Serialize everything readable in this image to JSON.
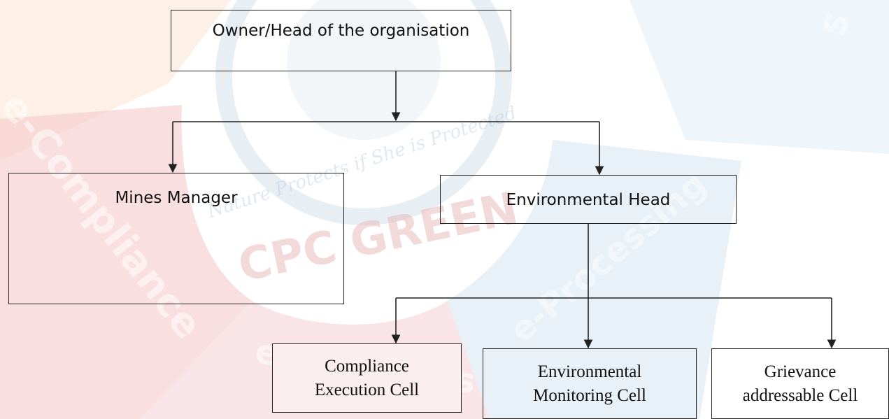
{
  "watermark": {
    "brand_text": "CPC GREEN",
    "motto_text": "Nature Protects if She is Protected",
    "segments": [
      "e-Compliance",
      "e-Payments",
      "e-Processing",
      "S"
    ],
    "colors": {
      "compliance": "#f5c9c9",
      "payments": "#f4d0d6",
      "processing": "#d6e6f2",
      "top_left": "#fbe3d3",
      "top_right": "#e3f0f9",
      "emblem": "#b9cfe0",
      "brand": "#e8b7b7"
    }
  },
  "org_chart": {
    "root": {
      "label": "Owner/Head of the organisation"
    },
    "mines_manager": {
      "label": "Mines Manager"
    },
    "environmental_head": {
      "label": "Environmental Head"
    },
    "cells": [
      {
        "line1": "Compliance",
        "line2": "Execution Cell"
      },
      {
        "line1": "Environmental",
        "line2": "Monitoring Cell"
      },
      {
        "line1": "Grievance",
        "line2": "addressable Cell"
      }
    ]
  },
  "colors": {
    "line": "#222222",
    "box_border": "#222222",
    "text": "#111111",
    "compliance_box_bg": "#fbeeee"
  }
}
